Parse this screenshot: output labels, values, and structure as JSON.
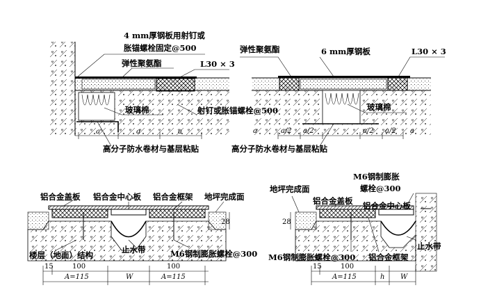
{
  "top_left": {
    "label_plate_anchor": "4 mm厚钢板用射钉或",
    "label_plate_anchor_2": "胀锚螺栓固定@500",
    "label_sealant": "弹性聚氨酯",
    "label_angle": "L30 × 3",
    "label_glass_wool": "玻璃棉",
    "label_nail": "射钉或胀锚螺栓@500",
    "label_membrane": "高分子防水卷材与基层粘贴",
    "dim_a": "a"
  },
  "top_right": {
    "label_sealant": "弹性聚氨酯",
    "label_plate": "6 mm厚钢板",
    "label_angle": "L30 × 3",
    "label_glass_wool": "玻璃棉",
    "label_membrane": "高分子防水卷材与基层粘贴",
    "dim_a_half": "a/2",
    "dim_a": "a"
  },
  "bottom_left": {
    "label_cover": "铝合金盖板",
    "label_center": "铝合金中心板",
    "label_frame": "铝合金框架",
    "label_floor": "地坪完成面",
    "label_base": "楼层（地面）结构",
    "label_waterstop": "止水带",
    "label_bolt": "M6钢制膨胀螺栓@300",
    "dim_28": "28",
    "dim_15": "15",
    "dim_100": "100",
    "dim_A": "A=115",
    "dim_W": "W"
  },
  "bottom_right": {
    "label_floor": "地坪完成面",
    "label_bolt_top_1": "M6钢制膨胀",
    "label_bolt_top_2": "螺栓@300",
    "label_cover": "铝合金盖板",
    "label_center": "铝合金中心板",
    "label_waterstop": "止水带",
    "label_bolt": "M6钢制膨胀螺栓@300",
    "label_frame": "铝合金框架",
    "dim_28": "28",
    "dim_15": "15",
    "dim_100": "100",
    "dim_A": "A=115",
    "dim_h": "h",
    "dim_W": "W"
  }
}
